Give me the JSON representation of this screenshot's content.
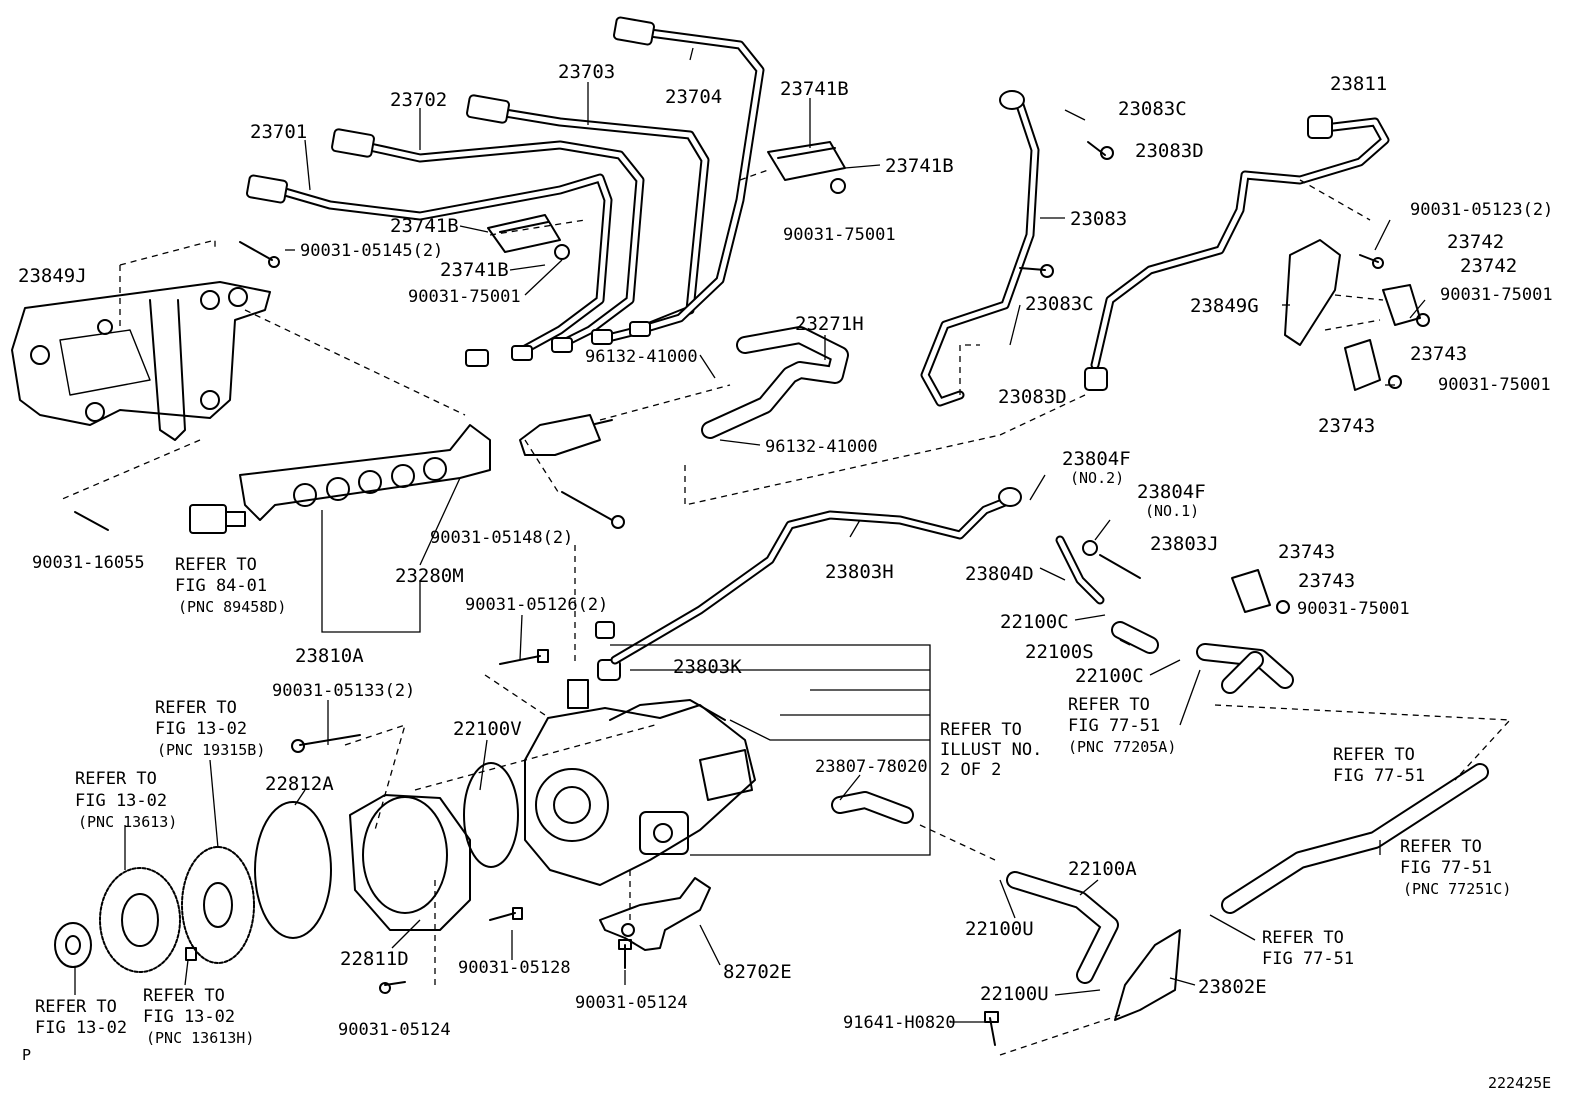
{
  "labels": {
    "l23701": "23701",
    "l23702": "23702",
    "l23703": "23703",
    "l23704": "23704",
    "l23741b_1": "23741B",
    "l23741b_2": "23741B",
    "l23741b_3": "23741B",
    "l23741b_4": "23741B",
    "l90031_05145": "90031-05145(2)",
    "l90031_75001_a": "90031-75001",
    "l90031_75001_b": "90031-75001",
    "l23849j": "23849J",
    "l23083c_1": "23083C",
    "l23083d_1": "23083D",
    "l23083": "23083",
    "l23083c_2": "23083C",
    "l23083d_2": "23083D",
    "l23271h": "23271H",
    "l96132_a": "96132-41000",
    "l96132_b": "96132-41000",
    "l23811": "23811",
    "l90031_05123": "90031-05123(2)",
    "l23742_1": "23742",
    "l23742_2": "23742",
    "l23849g": "23849G",
    "l90031_75001_c": "90031-75001",
    "l23743_1": "23743",
    "l90031_75001_d": "90031-75001",
    "l23743_2": "23743",
    "l90031_16055": "90031-16055",
    "l_refer_84_1": "REFER TO",
    "l_refer_84_2": "FIG 84-01",
    "l_refer_84_3": "(PNC 89458D)",
    "l90031_05148": "90031-05148(2)",
    "l23280m": "23280M",
    "l23810a": "23810A",
    "l23803h": "23803H",
    "l23804f_1": "23804F",
    "l23804f_1s": "(NO.2)",
    "l23804f_2": "23804F",
    "l23804f_2s": "(NO.1)",
    "l23803j": "23803J",
    "l23804d": "23804D",
    "l23743_3": "23743",
    "l23743_4": "23743",
    "l90031_75001_e": "90031-75001",
    "l22100c_1": "22100C",
    "l22100s": "22100S",
    "l22100c_2": "22100C",
    "l_refer_7751a_1": "REFER TO",
    "l_refer_7751a_2": "FIG 77-51",
    "l_refer_7751a_3": "(PNC 77205A)",
    "l90031_05126": "90031-05126(2)",
    "l23803k": "23803K",
    "l90031_05133": "90031-05133(2)",
    "l_refer_1302a_1": "REFER TO",
    "l_refer_1302a_2": "FIG 13-02",
    "l_refer_1302a_3": "(PNC 19315B)",
    "l22100v": "22100V",
    "l_illust_1": "REFER TO",
    "l_illust_2": "ILLUST NO.",
    "l_illust_3": "2 OF 2",
    "l23807": "23807-78020",
    "l_refer_1302b_1": "REFER TO",
    "l_refer_1302b_2": "FIG 13-02",
    "l_refer_1302b_3": "(PNC 13613)",
    "l22812a": "22812A",
    "l_refer_7751b_1": "REFER TO",
    "l_refer_7751b_2": "FIG 77-51",
    "l_refer_7751c_1": "REFER TO",
    "l_refer_7751c_2": "FIG 77-51",
    "l_refer_7751c_3": "(PNC 77251C)",
    "l22100a": "22100A",
    "l22100u_1": "22100U",
    "l22811d": "22811D",
    "l90031_05128": "90031-05128",
    "l82702e": "82702E",
    "l_refer_7751d_1": "REFER TO",
    "l_refer_7751d_2": "FIG 77-51",
    "l22100u_2": "22100U",
    "l23802e": "23802E",
    "l91641": "91641-H0820",
    "l90031_05124_a": "90031-05124",
    "l90031_05124_b": "90031-05124",
    "l_refer_1302c_1": "REFER TO",
    "l_refer_1302c_2": "FIG 13-02",
    "l_refer_1302d_1": "REFER TO",
    "l_refer_1302d_2": "FIG 13-02",
    "l_refer_1302d_3": "(PNC 13613H)",
    "corner_left": "P",
    "corner_right": "222425E"
  }
}
